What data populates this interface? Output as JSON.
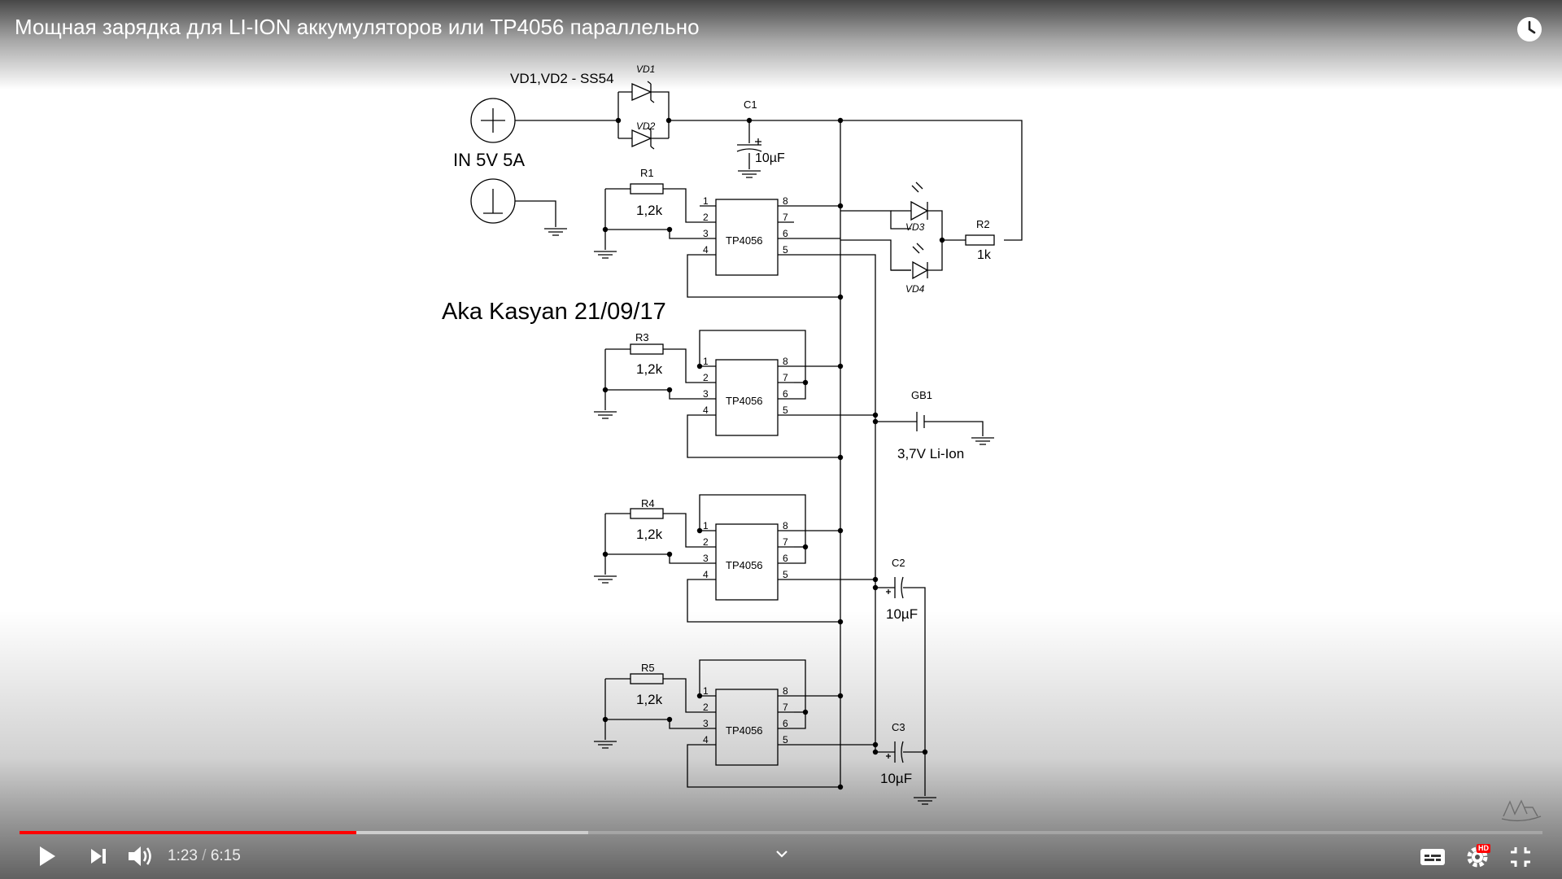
{
  "video": {
    "title": "Мощная зарядка для LI-ION аккумуляторов или TP4056 параллельно"
  },
  "schematic": {
    "diode_note": "VD1,VD2 - SS54",
    "vd1": "VD1",
    "vd2": "VD2",
    "c1": "C1",
    "c1_value": "10µF",
    "input_label": "IN 5V 5A",
    "r1": "R1",
    "r1_value": "1,2k",
    "r2": "R2",
    "r2_value": "1k",
    "r3": "R3",
    "r3_value": "1,2k",
    "r4": "R4",
    "r4_value": "1,2k",
    "r5": "R5",
    "r5_value": "1,2k",
    "vd3": "VD3",
    "vd4": "VD4",
    "ic_name": "TP4056",
    "author_note": "Aka Kasyan 21/09/17",
    "gb1": "GB1",
    "gb1_value": "3,7V Li-Ion",
    "c2": "C2",
    "c2_value": "10µF",
    "c3": "C3",
    "c3_value": "10µF",
    "pins": [
      "1",
      "2",
      "3",
      "4",
      "5",
      "6",
      "7",
      "8"
    ]
  },
  "player": {
    "current_time": "1:23",
    "separator": " / ",
    "duration": "6:15",
    "progress_fraction": 0.2213,
    "buffered_fraction": 0.3733,
    "accent_color": "#ff0000",
    "quality_badge": "HD",
    "icons": [
      "play-icon",
      "next-icon",
      "volume-icon",
      "chevron-down-icon",
      "subtitles-icon",
      "settings-icon",
      "exit-fullscreen-icon",
      "watch-later-icon"
    ]
  }
}
